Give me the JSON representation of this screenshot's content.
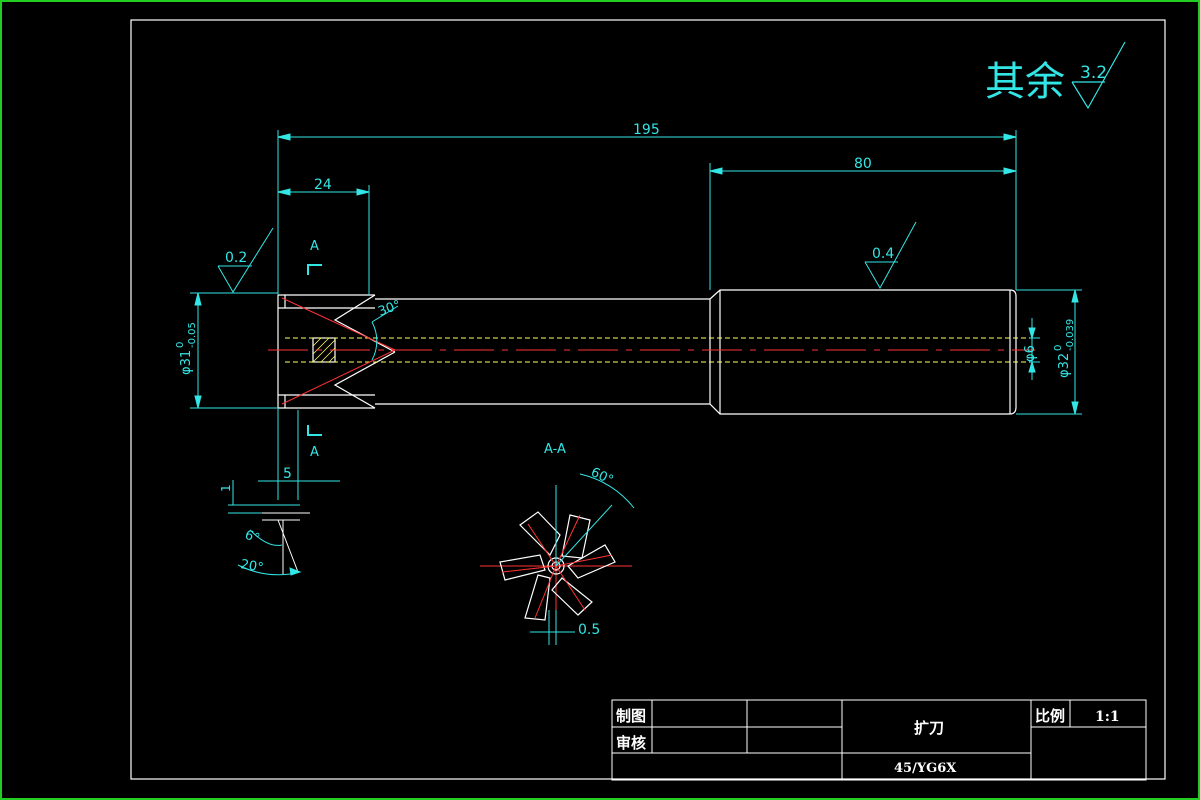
{
  "roughness": {
    "general_note": "其余",
    "general_value": "3.2",
    "left_face": "0.2",
    "shank": "0.4"
  },
  "dimensions": {
    "overall_length": "195",
    "shank_length": "80",
    "head_length": "24",
    "head_offset": "5",
    "small_dim": "1",
    "head_diameter": "φ31",
    "head_tol_upper": "0",
    "head_tol_lower": "-0.05",
    "shank_diameter": "φ32",
    "shank_tol_upper": "0",
    "shank_tol_lower": "-0.039",
    "bore_diameter": "φ6",
    "chamfer_angle": "30°",
    "section_angle": "60°",
    "tooth_offset": "0.5",
    "rake_angle": "6°",
    "clearance_angle": "20°"
  },
  "section": {
    "marker": "A",
    "title": "A-A"
  },
  "title_block": {
    "drawn_label": "制图",
    "checked_label": "审核",
    "part_name": "扩刀",
    "scale_label": "比例",
    "scale_value": "1:1",
    "material": "45/YG6X"
  },
  "colors": {
    "background": "#000000",
    "outline": "#ffffff",
    "dimension": "#33e6e6",
    "centerline": "#ff3333",
    "hidden": "#ffff66",
    "border": "#22cc22"
  }
}
